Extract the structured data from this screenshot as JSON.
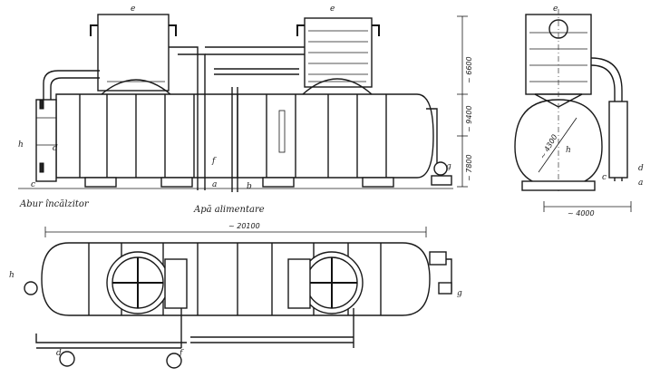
{
  "captions": {
    "steam": "Abur încălzitor",
    "feed_water": "Apă alimentare"
  },
  "dimensions": {
    "length": "~ 20100",
    "height_total": "~ 6600",
    "height_mid": "~ 9400",
    "height_low": "~ 7800",
    "diameter": "~ 4300",
    "width_end": "~ 4000"
  },
  "labels": {
    "a": "a",
    "b": "b",
    "c": "c",
    "d": "d",
    "e": "e",
    "f": "f",
    "g": "g",
    "h": "h"
  }
}
